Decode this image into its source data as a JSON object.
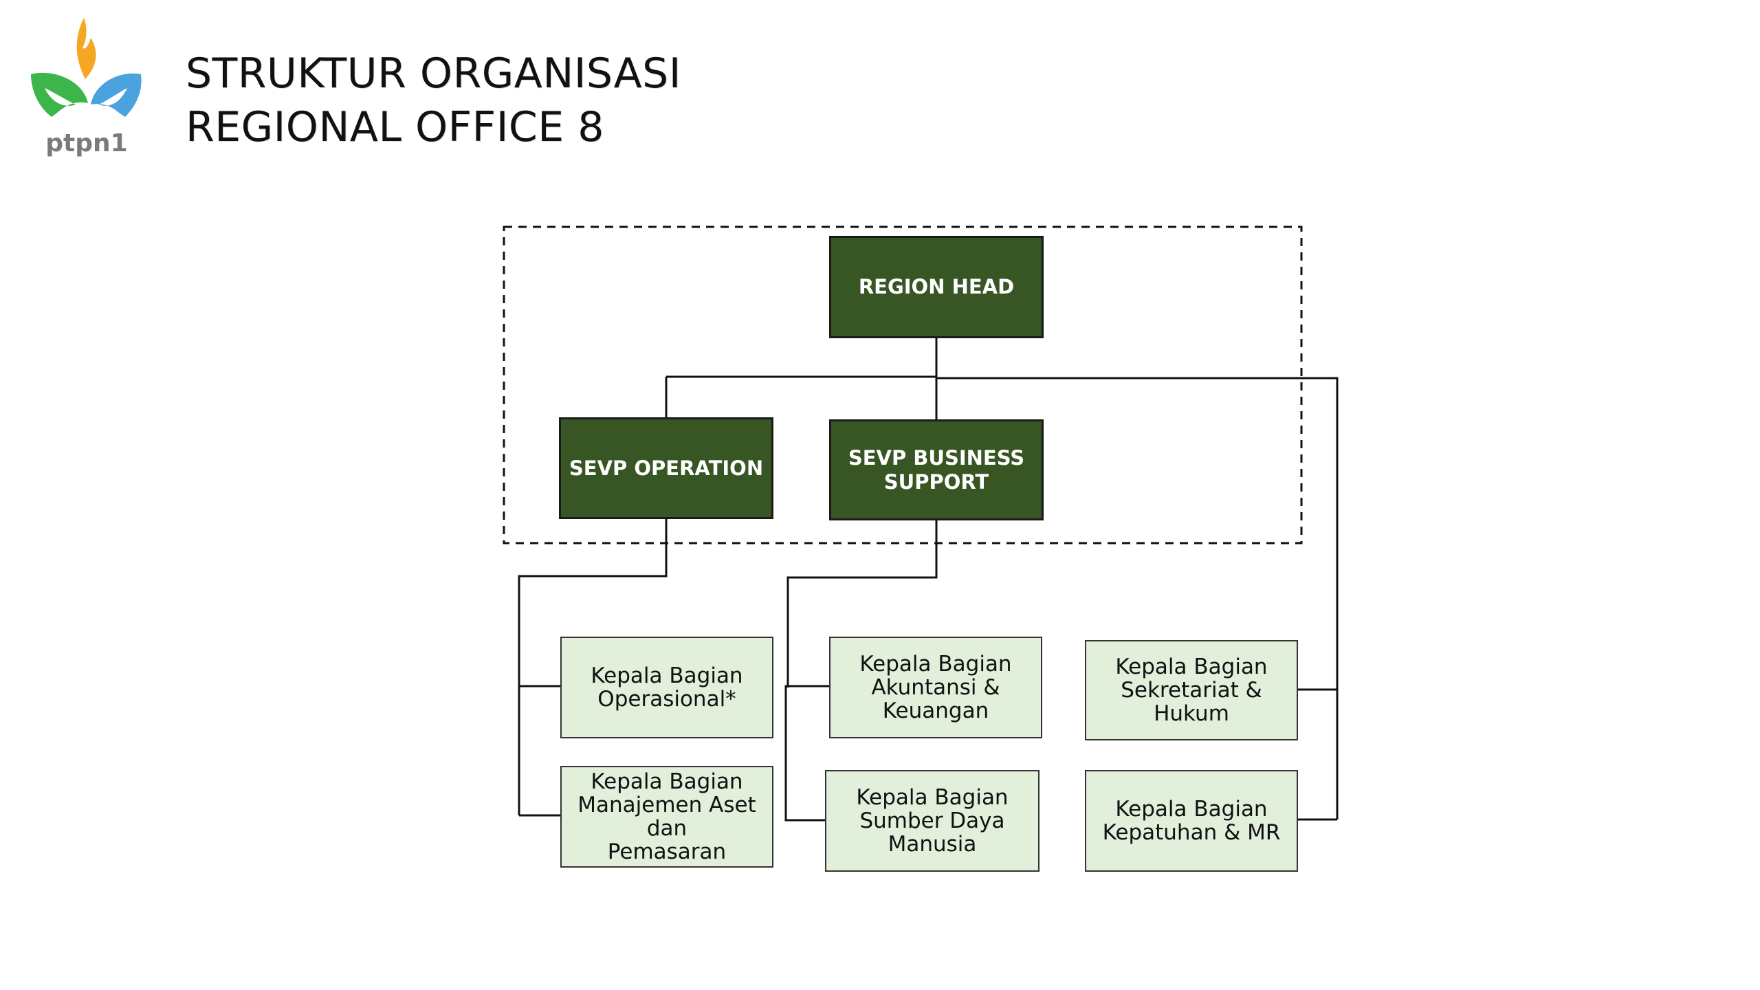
{
  "header": {
    "logo_text": "ptpn1",
    "title_line1": "STRUKTUR ORGANISASI",
    "title_line2": "REGIONAL OFFICE 8"
  },
  "org": {
    "region_head": "REGION HEAD",
    "sevp_operation": "SEVP OPERATION",
    "sevp_business_support": "SEVP BUSINESS\nSUPPORT",
    "kabag_operasional": "Kepala Bagian\nOperasional*",
    "kabag_manajemen_aset": "Kepala Bagian\nManajemen Aset dan\nPemasaran",
    "kabag_akuntansi": "Kepala Bagian\nAkuntansi &\nKeuangan",
    "kabag_sdm": "Kepala Bagian\nSumber Daya\nManusia",
    "kabag_sekretariat": "Kepala Bagian\nSekretariat & Hukum",
    "kabag_kepatuhan": "Kepala Bagian\nKepatuhan & MR"
  },
  "colors": {
    "dark_box": "#375623",
    "light_box": "#e2efda",
    "logo_orange": "#f5a623",
    "logo_green": "#3cb54a",
    "logo_blue": "#4aa3df",
    "logo_text": "#7a7a7a"
  }
}
